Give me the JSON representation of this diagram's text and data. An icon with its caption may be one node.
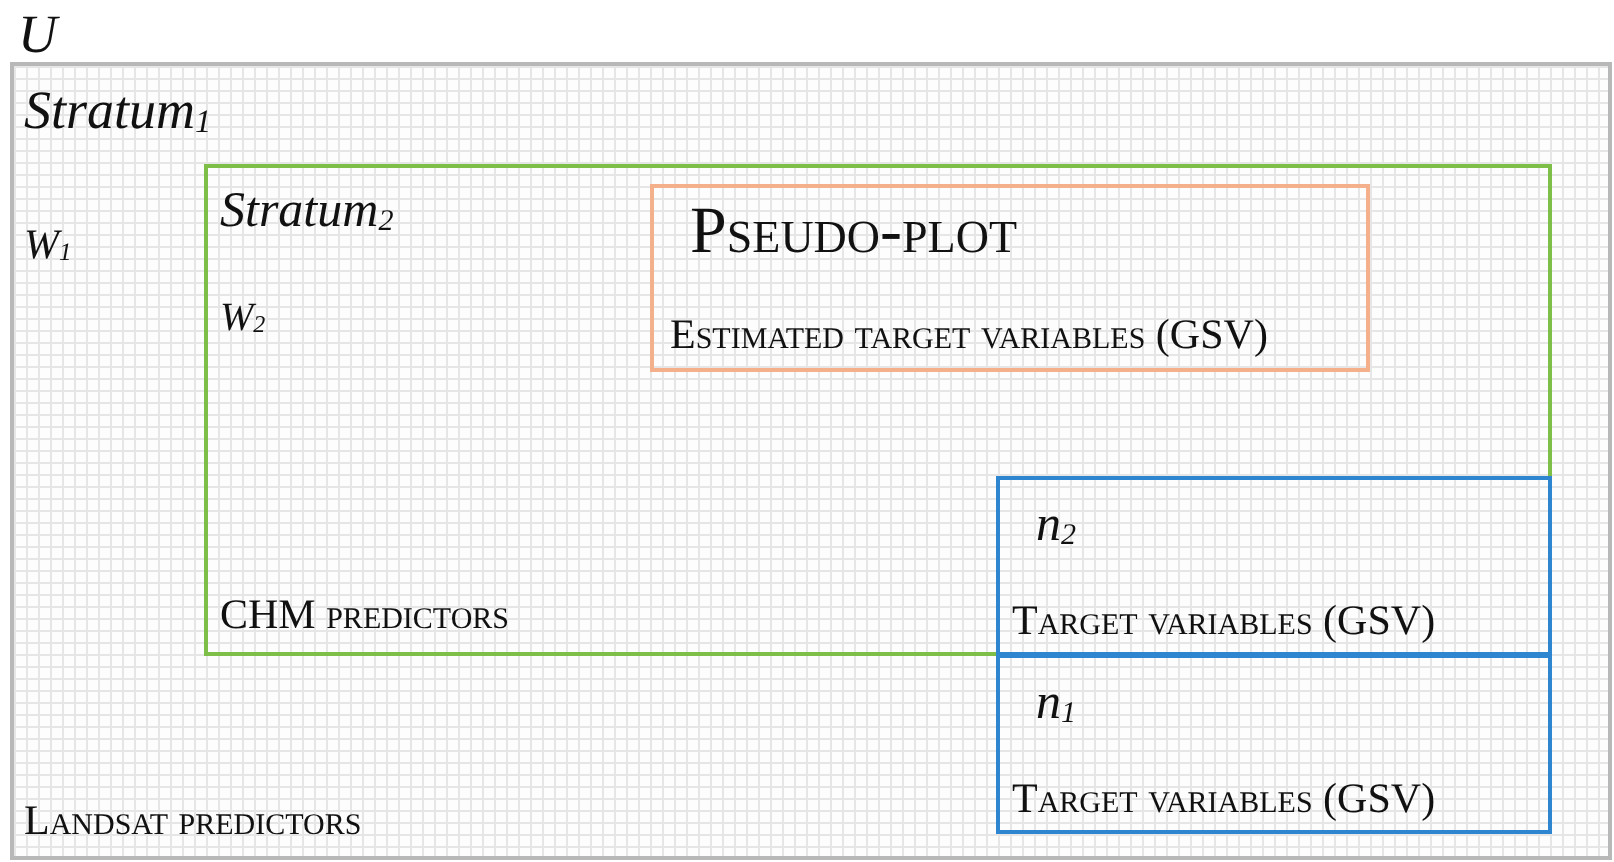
{
  "diagram": {
    "nodes": [
      {
        "text": [
          "U",
          "Stratum$_{1}$",
          "W$_{1}$",
          "Landsat predictors"
        ]
      },
      {
        "text": [
          "Stratum$_{2}$",
          "W$_{2}$",
          "CHM predictors"
        ],
        "in": 0
      },
      {
        "text": [
          "Pseudo-plot",
          "Estimated target variables (GSV)"
        ],
        "in": 1
      },
      {
        "text": [
          "n$_{2}$",
          "Target variables (GSV)"
        ],
        "in": 1
      },
      {
        "text": [
          "n$_{1}$",
          "Target variables (GSV)"
        ],
        "in": 0
      }
    ]
  }
}
